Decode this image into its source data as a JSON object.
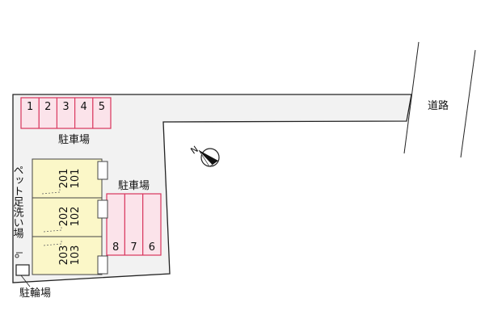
{
  "colors": {
    "lot_fill": "#f2f2f2",
    "lot_stroke": "#222222",
    "parking_fill": "#fbe3ea",
    "parking_stroke": "#d9345c",
    "building_fill": "#fbf7c8",
    "building_stroke": "#444444",
    "road_line": "#222222"
  },
  "road": {
    "label": "道路"
  },
  "parking_top": {
    "label": "駐車場",
    "slots": [
      "1",
      "2",
      "3",
      "4",
      "5"
    ]
  },
  "parking_right": {
    "label": "駐車場",
    "slots": [
      "8",
      "7",
      "6"
    ]
  },
  "building": {
    "units": [
      {
        "upper": "201",
        "lower": "101"
      },
      {
        "upper": "202",
        "lower": "102"
      },
      {
        "upper": "203",
        "lower": "103"
      }
    ]
  },
  "pet_wash": {
    "label": "ペット足洗い場"
  },
  "bicycle": {
    "label": "駐輪場"
  },
  "compass": {
    "label": "N",
    "icon": "north-arrow-icon"
  }
}
